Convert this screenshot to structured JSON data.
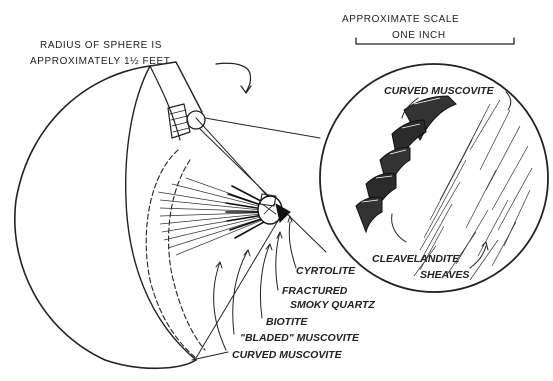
{
  "scale": {
    "title": "APPROXIMATE SCALE",
    "unit": "ONE INCH"
  },
  "sphere_note": {
    "line1": "RADIUS OF SPHERE IS",
    "line2": "APPROXIMATELY 1½ FEET"
  },
  "inset_labels": {
    "curved_muscovite": "CURVED MUSCOVITE",
    "cleavelandite_line1": "CLEAVELANDITE",
    "cleavelandite_line2": "SHEAVES"
  },
  "zone_labels": {
    "cyrtolite": "CYRTOLITE",
    "fractured_line1": "FRACTURED",
    "fractured_line2": "SMOKY QUARTZ",
    "biotite": "BIOTITE",
    "bladed_muscovite": "\"BLADED\" MUSCOVITE",
    "curved_muscovite": "CURVED MUSCOVITE"
  }
}
